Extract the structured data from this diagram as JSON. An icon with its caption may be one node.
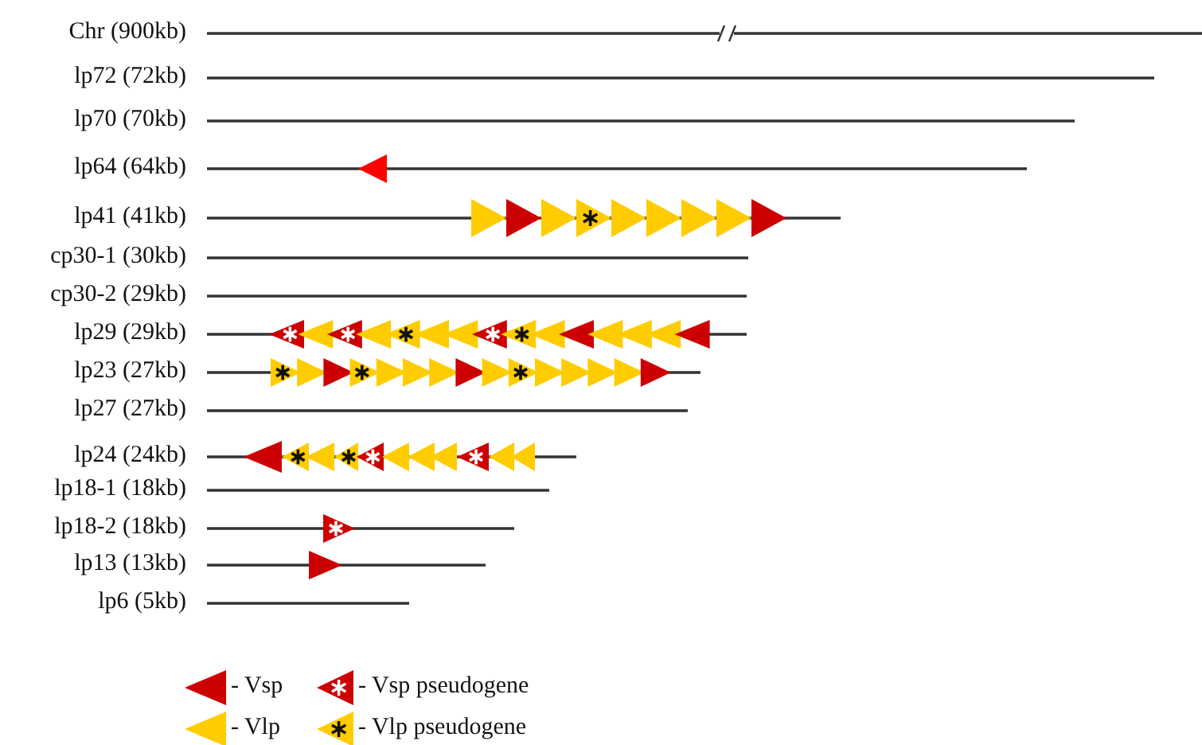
{
  "diagram": {
    "labels": [
      "Chr (900kb)",
      "lp72 (72kb)",
      "lp70 (70kb)",
      "lp64 (64kb)",
      "lp41 (41kb)",
      "cp30-1 (30kb)",
      "cp30-2 (29kb)",
      "lp29 (29kb)",
      "lp23 (27kb)",
      "lp27 (27kb)",
      "lp24 (24kb)",
      "lp18-1 (18kb)",
      "lp18-2 (18kb)",
      "lp13 (13kb)",
      "lp6 (5kb)"
    ],
    "legend": [
      {
        "text": "- Vsp"
      },
      {
        "text": "- Vsp pseudogene"
      },
      {
        "text": "- Vlp"
      },
      {
        "text": "- Vlp pseudogene"
      }
    ]
  }
}
